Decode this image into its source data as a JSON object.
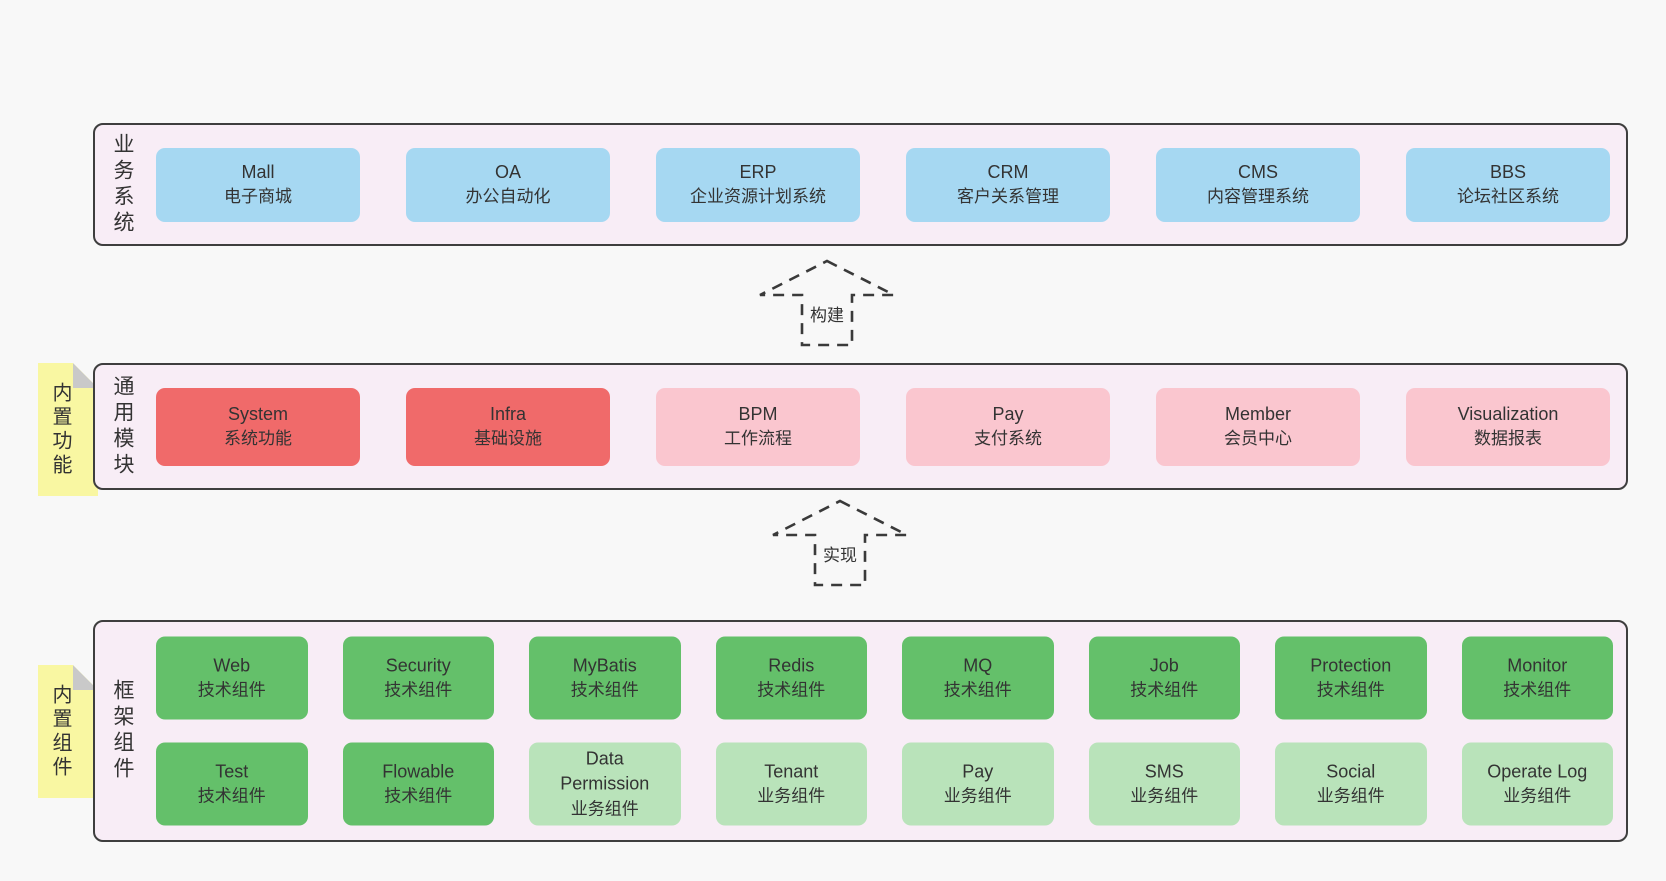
{
  "colors": {
    "page_bg": "#f8f8f8",
    "band_bg": "#f8edf6",
    "band_border": "#3e3e3e",
    "blue_box": "#a6d8f2",
    "red_box": "#f06a6a",
    "pink_box": "#fac6cf",
    "green_box": "#64c06a",
    "light_green_box": "#b9e3ba",
    "sticky_note": "#f9f7a2",
    "note_fold": "#c9c9c9",
    "text": "#333333"
  },
  "arrows": [
    {
      "label": "构建"
    },
    {
      "label": "实现"
    }
  ],
  "bands": [
    {
      "label": "业务系统",
      "boxes": [
        {
          "en": "Mall",
          "zh": "电子商城"
        },
        {
          "en": "OA",
          "zh": "办公自动化"
        },
        {
          "en": "ERP",
          "zh": "企业资源计划系统"
        },
        {
          "en": "CRM",
          "zh": "客户关系管理"
        },
        {
          "en": "CMS",
          "zh": "内容管理系统"
        },
        {
          "en": "BBS",
          "zh": "论坛社区系统"
        }
      ]
    },
    {
      "label": "通用模块",
      "note": "内置功能",
      "boxes": [
        {
          "en": "System",
          "zh": "系统功能"
        },
        {
          "en": "Infra",
          "zh": "基础设施"
        },
        {
          "en": "BPM",
          "zh": "工作流程"
        },
        {
          "en": "Pay",
          "zh": "支付系统"
        },
        {
          "en": "Member",
          "zh": "会员中心"
        },
        {
          "en": "Visualization",
          "zh": "数据报表"
        }
      ]
    },
    {
      "label": "框架组件",
      "note": "内置组件",
      "row1": [
        {
          "en": "Web",
          "zh": "技术组件"
        },
        {
          "en": "Security",
          "zh": "技术组件"
        },
        {
          "en": "MyBatis",
          "zh": "技术组件"
        },
        {
          "en": "Redis",
          "zh": "技术组件"
        },
        {
          "en": "MQ",
          "zh": "技术组件"
        },
        {
          "en": "Job",
          "zh": "技术组件"
        },
        {
          "en": "Protection",
          "zh": "技术组件"
        },
        {
          "en": "Monitor",
          "zh": "技术组件"
        }
      ],
      "row2": [
        {
          "en": "Test",
          "zh": "技术组件"
        },
        {
          "en": "Flowable",
          "zh": "技术组件"
        },
        {
          "en": "Data Permission",
          "zh": "业务组件"
        },
        {
          "en": "Tenant",
          "zh": "业务组件"
        },
        {
          "en": "Pay",
          "zh": "业务组件"
        },
        {
          "en": "SMS",
          "zh": "业务组件"
        },
        {
          "en": "Social",
          "zh": "业务组件"
        },
        {
          "en": "Operate Log",
          "zh": "业务组件"
        }
      ]
    }
  ]
}
